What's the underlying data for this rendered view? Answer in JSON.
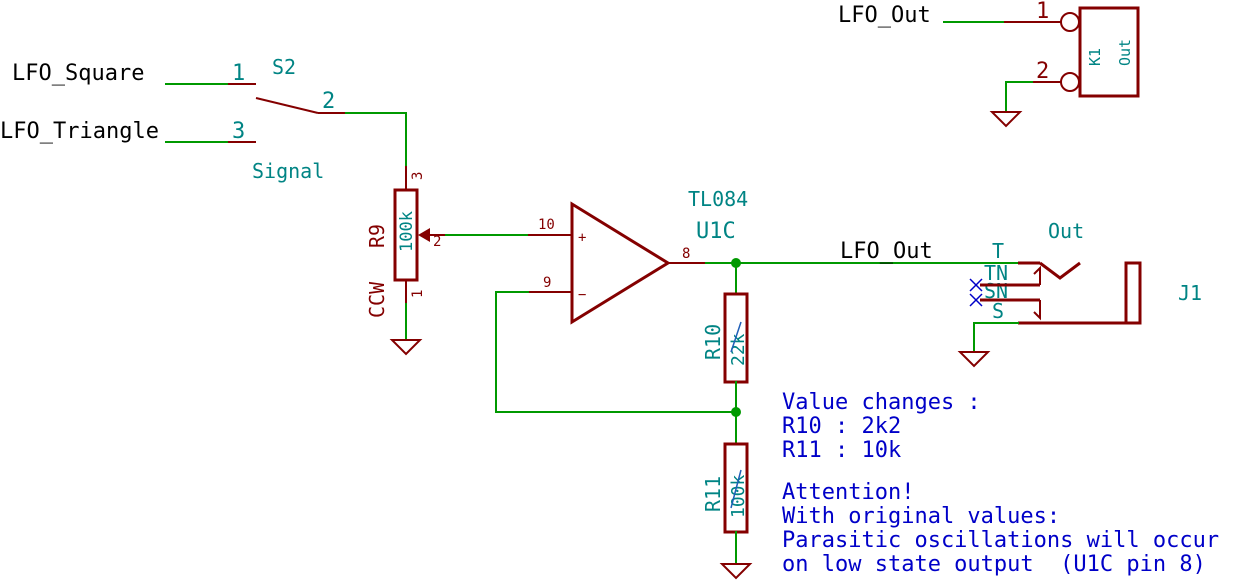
{
  "nets": {
    "lfo_square": "LFO_Square",
    "lfo_triangle": "LFO_Triangle",
    "lfo_out_top": "LFO_Out",
    "lfo_out_mid": "LFO_Out"
  },
  "switch_s2": {
    "ref": "S2",
    "value": "Signal",
    "pin1": "1",
    "pin2": "2",
    "pin3": "3"
  },
  "pot_r9": {
    "ref": "R9",
    "value": "100k",
    "pin1": "1",
    "pin2": "2",
    "pin3": "3",
    "ccw": "CCW"
  },
  "opamp_u1c": {
    "ref": "U1C",
    "value": "TL084",
    "pin_plus": "10",
    "pin_minus": "9",
    "pin_out": "8",
    "plus_sign": "+",
    "minus_sign": "−"
  },
  "r10": {
    "ref": "R10",
    "value": "22k"
  },
  "r11": {
    "ref": "R11",
    "value": "100k"
  },
  "k1": {
    "ref": "K1",
    "value": "Out",
    "pin1": "1",
    "pin2": "2"
  },
  "j1": {
    "ref": "J1",
    "value": "Out",
    "pin_t": "T",
    "pin_tn": "TN",
    "pin_sn": "SN",
    "pin_s": "S"
  },
  "notes": {
    "value_changes": [
      "Value changes :",
      "R10 : 2k2",
      "R11 : 10k"
    ],
    "attention": [
      "Attention!",
      "With original values:",
      "Parasitic oscillations will occur",
      "on low state output  (U1C pin 8)"
    ]
  },
  "colors": {
    "wire": "#009900",
    "component": "#840000",
    "body_fill": "#ffffc2",
    "pin_text": "#008484",
    "note_text": "#0000c8",
    "no_connect": "#0000c8"
  }
}
